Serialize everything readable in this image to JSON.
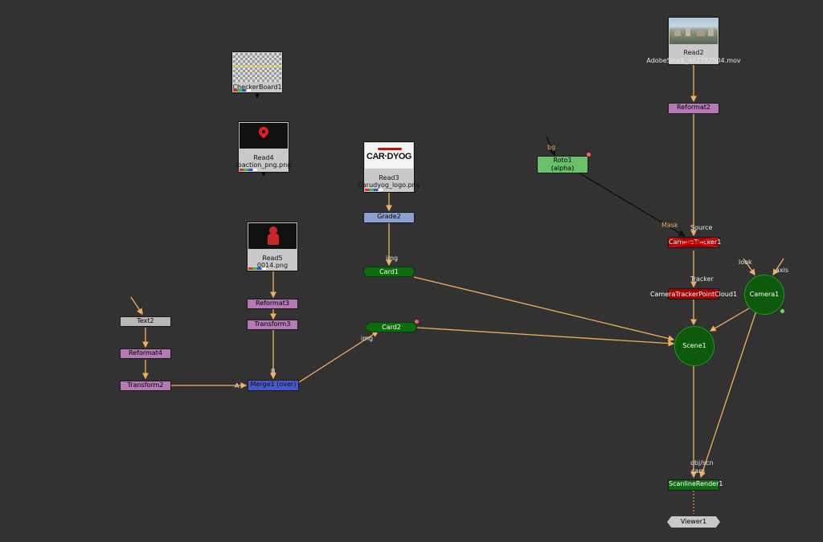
{
  "colors": {
    "background": "#323232",
    "edge": "#f0b060",
    "reformat": "#b57ab5",
    "grade": "#8aa1cf",
    "merge": "#4858c8",
    "roto": "#6bc16b",
    "tracker": "#a00000",
    "card": "#0f6b0f",
    "text": "#b8b8b8",
    "viewer": "#c8c8c8"
  },
  "nodes": {
    "checkerboard": "CheckerBoard1",
    "read4_name": "Read4",
    "read4_file": "loaction_png.png",
    "read3_name": "Read3",
    "read3_file": "Carudyog_logo.png",
    "read3_logo": "CAR·DYOG",
    "read5_name": "Read5",
    "read5_file": "0014.png",
    "read2_name": "Read2",
    "read2_file": "AdobeStock_462782504.mov",
    "reformat2": "Reformat2",
    "reformat3": "Reformat3",
    "reformat4": "Reformat4",
    "transform3": "Transform3",
    "transform2": "Transform2",
    "text2": "Text2",
    "grade2": "Grade2",
    "merge1": "Merge1 (over)",
    "card1": "Card1",
    "card2": "Card2",
    "roto1_line1": "Roto1",
    "roto1_line2": "(alpha)",
    "cameratracker": "CameraTracker1",
    "pointcloud": "CameraTrackerPointCloud1",
    "camera1": "Camera1",
    "scene1": "Scene1",
    "scanline": "ScanlineRender1",
    "viewer": "Viewer1"
  },
  "labels": {
    "bg": "bg",
    "mask": "Mask",
    "source": "Source",
    "tracker": "Tracker",
    "look": "look",
    "axis": "axis",
    "img_card1": "img",
    "img_card2": "img",
    "a_merge": "A",
    "b_merge": "B",
    "obj_scn": "obj/scn",
    "cam": "cam"
  }
}
